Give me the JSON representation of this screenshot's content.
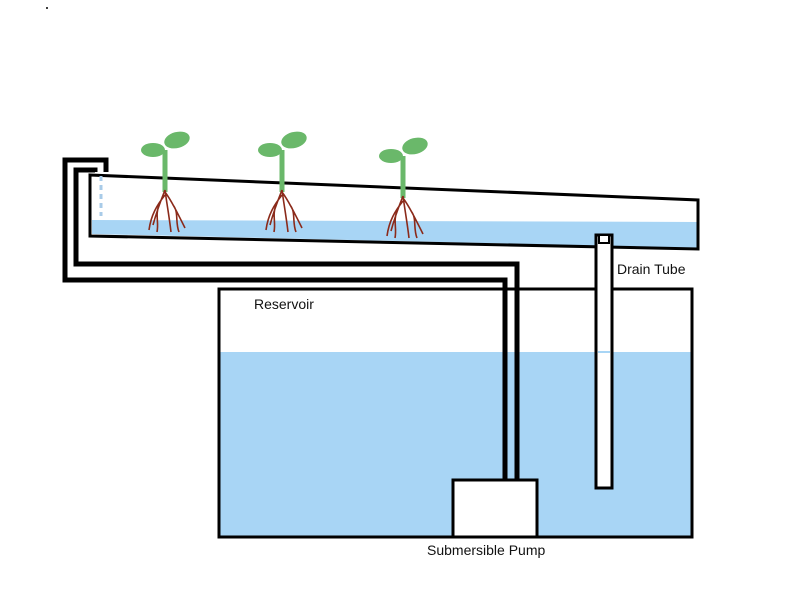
{
  "labels": {
    "reservoir": "Reservoir",
    "drain_tube": "Drain Tube",
    "pump": "Submersible Pump"
  },
  "colors": {
    "water": "#a8d5f5",
    "outline": "#000000",
    "leaf": "#6ab86a",
    "root": "#8b2a1a",
    "drip": "#a8cbe8"
  },
  "plants": [
    "plant",
    "plant",
    "plant"
  ]
}
